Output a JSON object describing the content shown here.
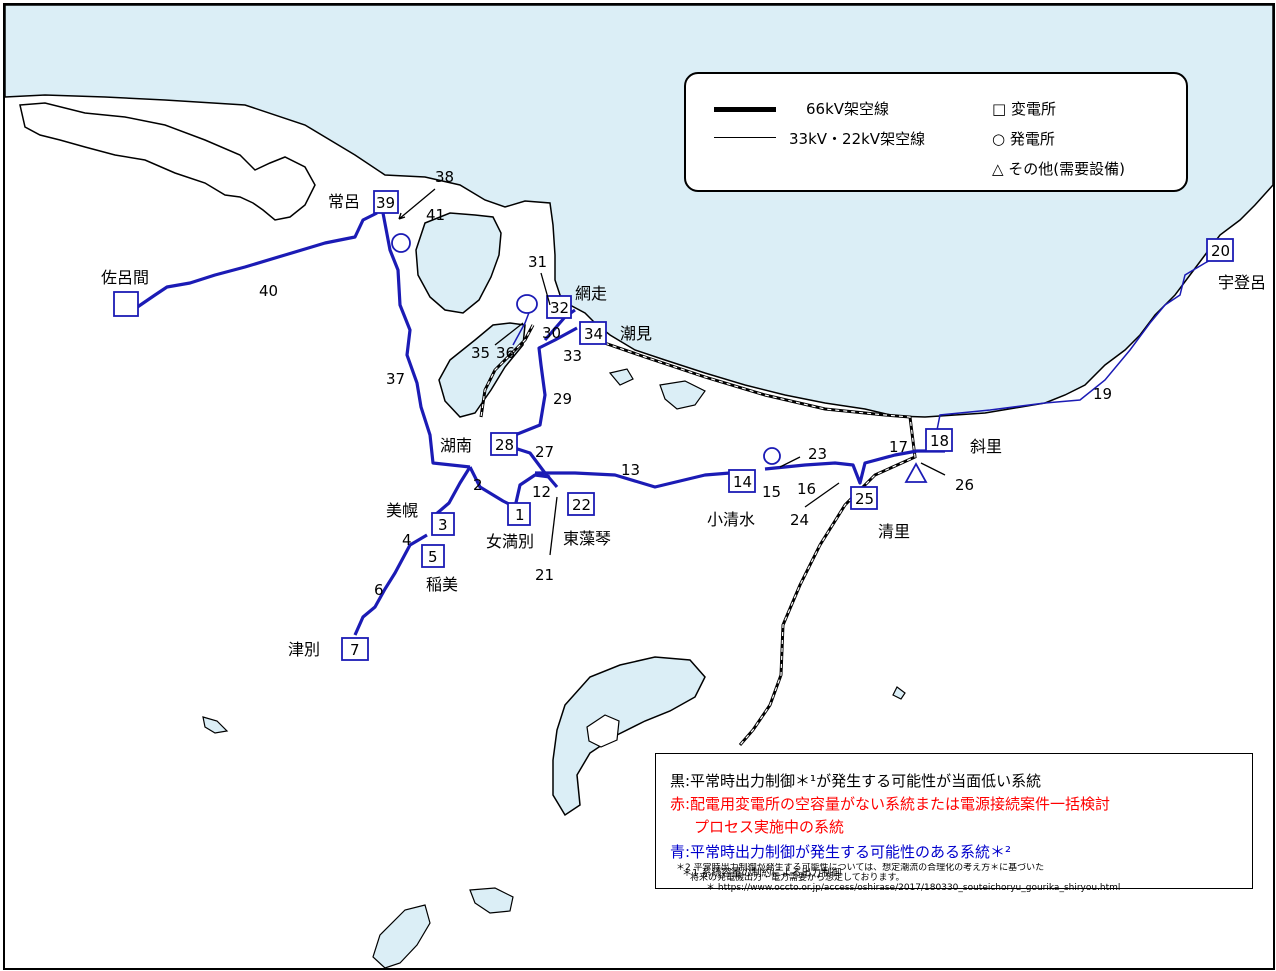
{
  "legend": {
    "line66": "66kV架空線",
    "line33": "33kV・22kV架空線",
    "substation": "□ 変電所",
    "powerplant": "○ 発電所",
    "other": "△ その他(需要設備)"
  },
  "places": {
    "saroma": "佐呂間",
    "tokoro": "常呂",
    "abashiri": "網走",
    "shiomi": "潮見",
    "konan": "湖南",
    "bihoro": "美幌",
    "inami": "稲美",
    "tsubetsu": "津別",
    "memanbetsu": "女満別",
    "higashimokoto": "東藻琴",
    "koshimizu": "小清水",
    "kiyosato": "清里",
    "shari": "斜里",
    "utoro": "宇登呂"
  },
  "stations": {
    "s1": "1",
    "s3": "3",
    "s5": "5",
    "s7": "7",
    "s14": "14",
    "s18": "18",
    "s20": "20",
    "s22": "22",
    "s25": "25",
    "s28": "28",
    "s32": "32",
    "s34": "34",
    "s39": "39"
  },
  "line_numbers": {
    "n2": "2",
    "n4": "4",
    "n6": "6",
    "n12": "12",
    "n13": "13",
    "n15": "15",
    "n16": "16",
    "n17": "17",
    "n19": "19",
    "n21": "21",
    "n23": "23",
    "n24": "24",
    "n26": "26",
    "n27": "27",
    "n29": "29",
    "n30": "30",
    "n31": "31",
    "n33": "33",
    "n35": "35",
    "n36": "36",
    "n37": "37",
    "n38": "38",
    "n40": "40",
    "n41": "41"
  },
  "notes": {
    "black": "黒:平常時出力制御＊¹が発生する可能性が当面低い系統",
    "red1": "赤:配電用変電所の空容量がない系統または電源接続案件一括検討",
    "red2": "プロセス実施中の系統",
    "blue": "青:平常時出力制御が発生する可能性のある系統＊²",
    "fn1": "＊1 系統容量の制約による出力制御",
    "fn2a": "＊2 平常時出力制御が発生する可能性については、想定潮流の合理化の考え方＊に基づいた",
    "fn2b": "将来の発電機出力・電力需要から想定しております。",
    "fn2c": "＊ https://www.occto.or.jp/access/oshirase/2017/180330_souteichoryu_gourika_shiryou.html"
  },
  "colors": {
    "sea": "#dbeef6",
    "blue_line": "#1b1bb5",
    "red_note": "#ff0000",
    "blue_note": "#0000cc"
  }
}
